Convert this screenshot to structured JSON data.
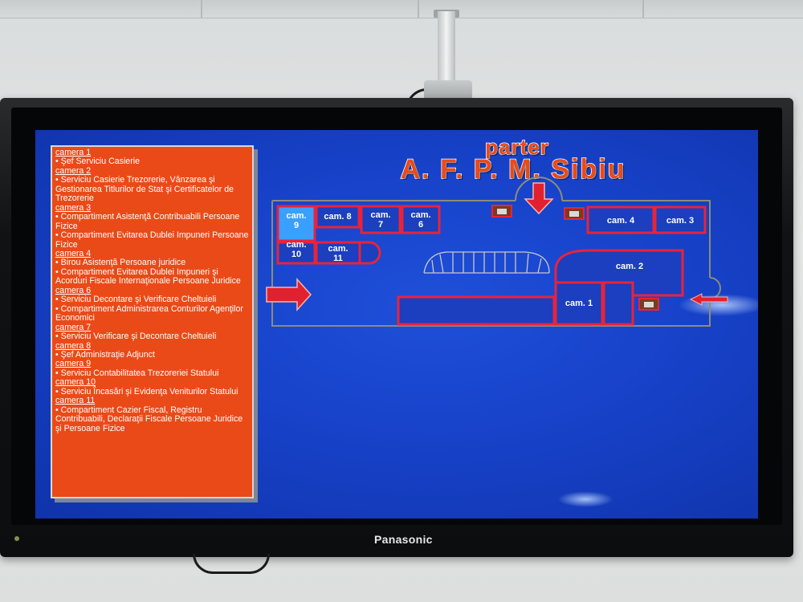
{
  "screen": {
    "title_line1": "parter",
    "title_line2": "A. F. P. M. Sibiu"
  },
  "tv": {
    "brand": "Panasonic"
  },
  "legend": {
    "entries": [
      {
        "camera": "camera 1",
        "items": [
          "• Şef Serviciu Casierie"
        ]
      },
      {
        "camera": "camera 2",
        "items": [
          "• Serviciu Casierie Trezorerie, Vânzarea şi Gestionarea Titlurilor de Stat şi Certificatelor de Trezorerie"
        ]
      },
      {
        "camera": "camera 3",
        "items": [
          "• Compartiment Asistenţă Contribuabili Persoane Fizice",
          "• Compartiment Evitarea Dublei Impuneri Persoane Fizice"
        ]
      },
      {
        "camera": "camera 4",
        "items": [
          "• Birou Asistenţă Persoane juridice",
          "• Compartiment Evitarea Dublei Impuneri şi Acorduri Fiscale Internaţionale Persoane Juridice"
        ]
      },
      {
        "camera": "camera 6",
        "items": [
          "• Serviciu Decontare şi Verificare Cheltuieli",
          "• Compartiment Administrarea Conturilor Agenţilor Economici"
        ]
      },
      {
        "camera": "camera 7",
        "items": [
          "• Serviciu Verificare şi Decontare Cheltuieli"
        ]
      },
      {
        "camera": "camera 8",
        "items": [
          "• Şef Administraţie Adjunct"
        ]
      },
      {
        "camera": "camera 9",
        "items": [
          "• Serviciu Contabilitatea Trezoreriei Statului"
        ]
      },
      {
        "camera": "camera 10",
        "items": [
          "• Serviciu Încasări şi Evidenţa Veniturilor Statului"
        ]
      },
      {
        "camera": "camera 11",
        "items": [
          "• Compartiment Cazier Fiscal, Registru Contribuabili, Declaraţii Fiscale Persoane Juridice şi Persoane Fizice"
        ]
      }
    ]
  },
  "floorplan": {
    "rooms": {
      "cam9": "cam. 9",
      "cam8": "cam. 8",
      "cam7": "cam. 7",
      "cam6": "cam. 6",
      "cam10": "cam. 10",
      "cam11": "cam. 11",
      "cam4": "cam. 4",
      "cam3": "cam. 3",
      "cam2": "cam. 2",
      "cam1": "cam. 1"
    },
    "colors": {
      "room_fill": "#1b3fbf",
      "highlight_fill": "#3aa0ff",
      "wall": "#e8233a",
      "outline": "#8c8c7a",
      "arrow": "#e0212f"
    }
  }
}
